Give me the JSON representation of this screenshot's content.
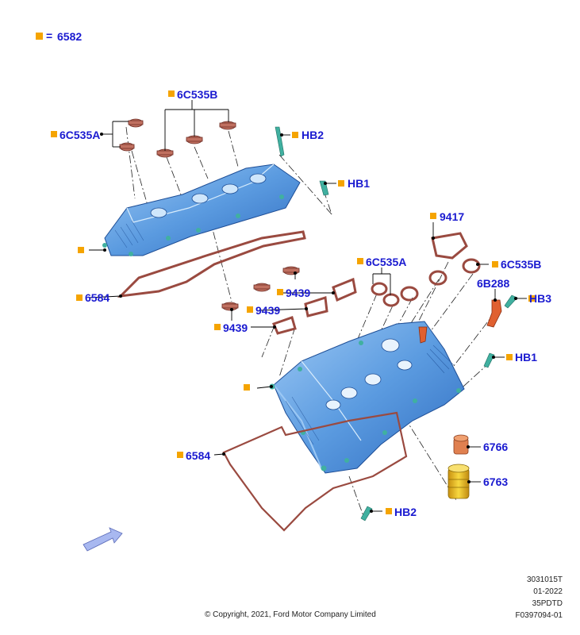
{
  "legend": {
    "code": "6582",
    "equals": "="
  },
  "labels": {
    "c6C535B_top": "6C535B",
    "c6C535A_top": "6C535A",
    "hb2_top": "HB2",
    "hb1_top": "HB1",
    "c6584_top": "6584",
    "c9417": "9417",
    "c6C535A_mid": "6C535A",
    "c6C535B_mid": "6C535B",
    "c6B288": "6B288",
    "hb3": "HB3",
    "hb1_mid": "HB1",
    "c9439_a": "9439",
    "c9439_b": "9439",
    "c9439_c": "9439",
    "c6584_bot": "6584",
    "c6766": "6766",
    "c6763": "6763",
    "hb2_bot": "HB2"
  },
  "footer": {
    "copyright": "© Copyright, 2021, Ford Motor Company Limited",
    "ref1": "3031015T",
    "ref2": "01-2022",
    "ref3": "35PDTD",
    "ref4": "F0397094-01"
  },
  "colors": {
    "label_text": "#1a1ad0",
    "marker": "#f5a400",
    "cover": "#5b9be0",
    "gasket": "#9a4a40",
    "seal": "#c07060",
    "connector": "#e06030",
    "bolt": "#40b0a0",
    "cap": "#e08050",
    "valve": "#f0c020",
    "arrow": "#a8b8f0"
  }
}
